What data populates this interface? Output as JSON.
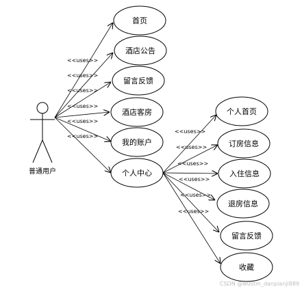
{
  "actor": {
    "name": "普通用户",
    "icon": "stick-figure-actor-icon"
  },
  "stereotype": "<<uses>>",
  "primary_use_cases": [
    {
      "id": "home",
      "label": "首页"
    },
    {
      "id": "hotel_notice",
      "label": "酒店公告"
    },
    {
      "id": "feedback",
      "label": "留言反馈"
    },
    {
      "id": "hotel_rooms",
      "label": "酒店客房"
    },
    {
      "id": "my_account",
      "label": "我的账户"
    },
    {
      "id": "personal_center",
      "label": "个人中心"
    }
  ],
  "sub_use_cases": {
    "parent": "个人中心",
    "items": [
      {
        "id": "personal_home",
        "label": "个人首页"
      },
      {
        "id": "booking_info",
        "label": "订房信息"
      },
      {
        "id": "checkin_info",
        "label": "入住信息"
      },
      {
        "id": "checkout_info",
        "label": "退房信息"
      },
      {
        "id": "feedback_sub",
        "label": "留言反馈"
      },
      {
        "id": "favorites",
        "label": "收藏"
      }
    ]
  },
  "watermark": "CSDN @wustm_danpianji889"
}
